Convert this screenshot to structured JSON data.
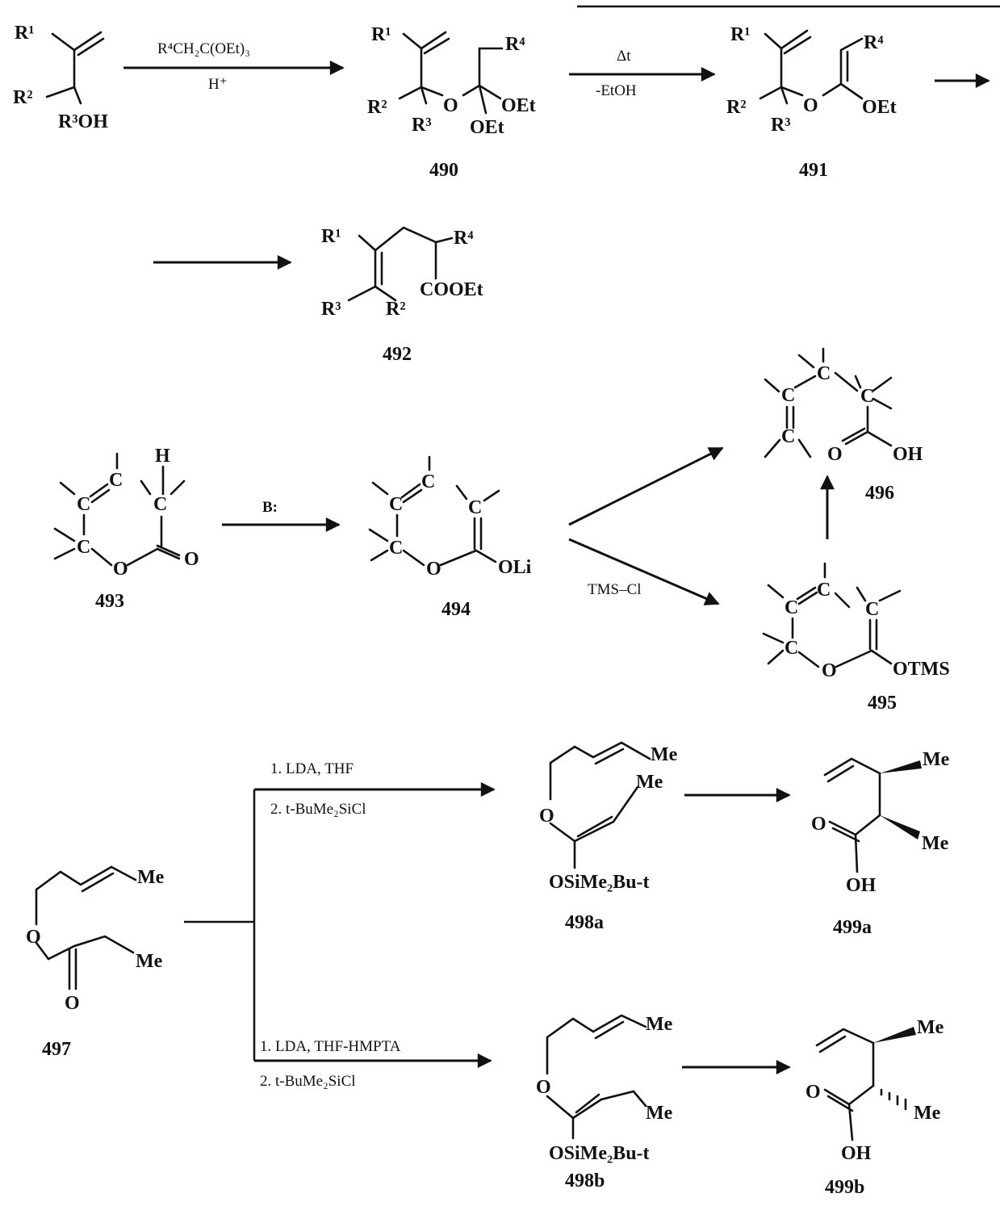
{
  "top": {
    "start": {
      "r1": "R¹",
      "r2": "R²",
      "r3oh": "R³OH"
    },
    "step1": {
      "reagent": "R⁴CH₂C(OEt)₃",
      "catalyst": "H⁺"
    },
    "c490": {
      "r1": "R¹",
      "r2": "R²",
      "r3": "R³",
      "r4": "R⁴",
      "o": "O",
      "oet1": "OEt",
      "oet2": "OEt",
      "label": "490"
    },
    "step2": {
      "top": "Δt",
      "bottom": "-EtOH"
    },
    "c491": {
      "r1": "R¹",
      "r2": "R²",
      "r3": "R³",
      "r4": "R⁴",
      "o": "O",
      "oet": "OEt",
      "label": "491"
    },
    "c492": {
      "r1": "R¹",
      "r2": "R²",
      "r3": "R³",
      "r4": "R⁴",
      "ester": "COOEt",
      "label": "492"
    }
  },
  "middle": {
    "c493": {
      "c1": "C",
      "c2": "C",
      "c3": "C",
      "c4": "C",
      "h": "H",
      "o_ring": "O",
      "o_carbonyl": "O",
      "label": "493"
    },
    "base": "B:",
    "c494": {
      "c1": "C",
      "c2": "C",
      "c3": "C",
      "c4": "C",
      "o": "O",
      "oli": "OLi",
      "label": "494"
    },
    "tmscl": "TMS–Cl",
    "c495": {
      "c1": "C",
      "c2": "C",
      "c3": "C",
      "c4": "C",
      "o": "O",
      "otms": "OTMS",
      "label": "495"
    },
    "c496": {
      "c1": "C",
      "c2": "C",
      "c3": "C",
      "c4": "C",
      "o": "O",
      "oh": "OH",
      "label": "496"
    }
  },
  "bottom": {
    "c497": {
      "me1": "Me",
      "me2": "Me",
      "o_ring": "O",
      "o_carbonyl": "O",
      "label": "497"
    },
    "route_a": {
      "cond1": "1. LDA, THF",
      "cond2": "2. t-BuMe₂SiCl"
    },
    "route_b": {
      "cond1": "1. LDA, THF-HMPTA",
      "cond2": "2. t-BuMe₂SiCl"
    },
    "c498a": {
      "me1": "Me",
      "me2": "Me",
      "o": "O",
      "osi": "OSiMe₂Bu-t",
      "label": "498a"
    },
    "c499a": {
      "me1": "Me",
      "me2": "Me",
      "o": "O",
      "oh": "OH",
      "label": "499a"
    },
    "c498b": {
      "me1": "Me",
      "me2": "Me",
      "o": "O",
      "osi": "OSiMe₂Bu-t",
      "label": "498b"
    },
    "c499b": {
      "me1": "Me",
      "me2": "Me",
      "o": "O",
      "oh": "OH",
      "label": "499b"
    }
  }
}
